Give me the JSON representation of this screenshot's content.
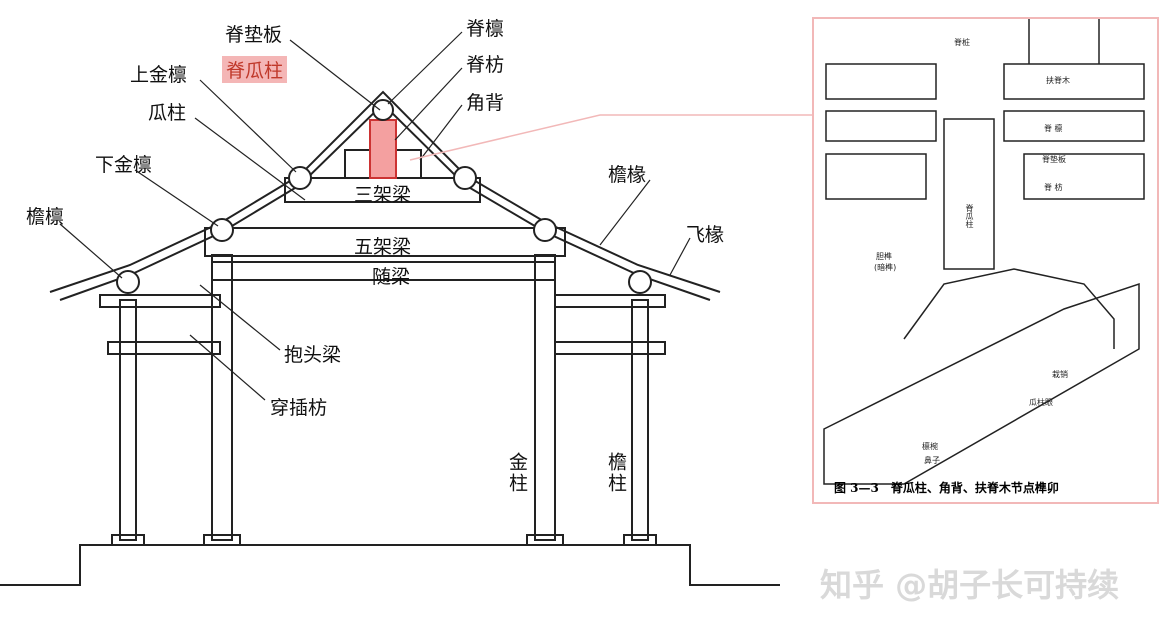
{
  "main_labels": {
    "ridge_board": "脊垫板",
    "ridge_post": "脊瓜柱",
    "upper_purlin": "上金檩",
    "melon_post": "瓜柱",
    "lower_purlin": "下金檩",
    "eave_purlin": "檐檩",
    "ridge_purlin": "脊檩",
    "ridge_tie": "脊枋",
    "corner_brace": "角背",
    "eave_rafter": "檐椽",
    "flying_rafter": "飞椽",
    "three_beam": "三架梁",
    "five_beam": "五架梁",
    "follow_beam": "随梁",
    "head_beam": "抱头梁",
    "tie_beam": "穿插枋",
    "gold_column": "金柱",
    "eave_column": "檐柱"
  },
  "detail": {
    "ridge_pile": "脊桩",
    "ridge_support": "扶脊木",
    "ridge_purlin": "脊 檩",
    "ridge_board": "脊垫板",
    "ridge_tie": "脊 枋",
    "ridge_post": "脊瓜柱",
    "tenon": "胆榫",
    "tenon_note": "(暗榫)",
    "pin": "栽销",
    "post_socket": "瓜柱眼",
    "purlin_socket": "檩椀",
    "nose": "鼻子",
    "caption": "图 3—3　脊瓜柱、角背、扶脊木节点榫卯"
  },
  "watermark": "知乎 @胡子长可持续",
  "colors": {
    "highlight": "#f4b6b6",
    "accent_line": "#f2b8b8"
  }
}
